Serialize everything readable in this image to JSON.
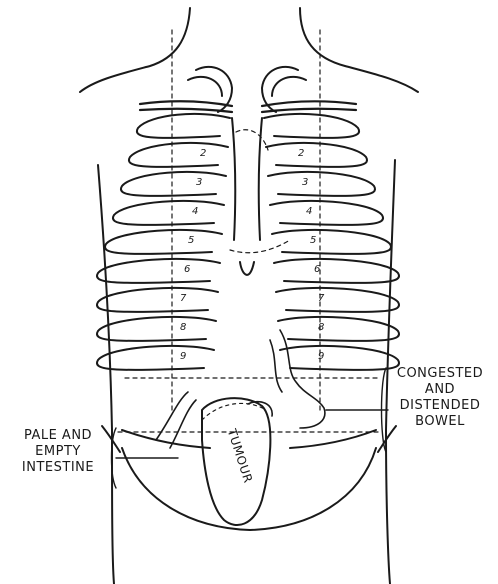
{
  "labels": {
    "congested": [
      "CONGESTED",
      "AND",
      "DISTENDED",
      "BOWEL"
    ],
    "pale": [
      "PALE AND",
      "EMPTY",
      "INTESTINE"
    ],
    "tumour": "TUMOUR"
  },
  "rib_numbers_left": [
    "2",
    "3",
    "4",
    "5",
    "6",
    "7",
    "8",
    "9"
  ],
  "rib_numbers_right": [
    "2",
    "3",
    "4",
    "5",
    "6",
    "7",
    "8",
    "9"
  ],
  "colors": {
    "ink": "#1a1a1a",
    "background": "#ffffff"
  }
}
